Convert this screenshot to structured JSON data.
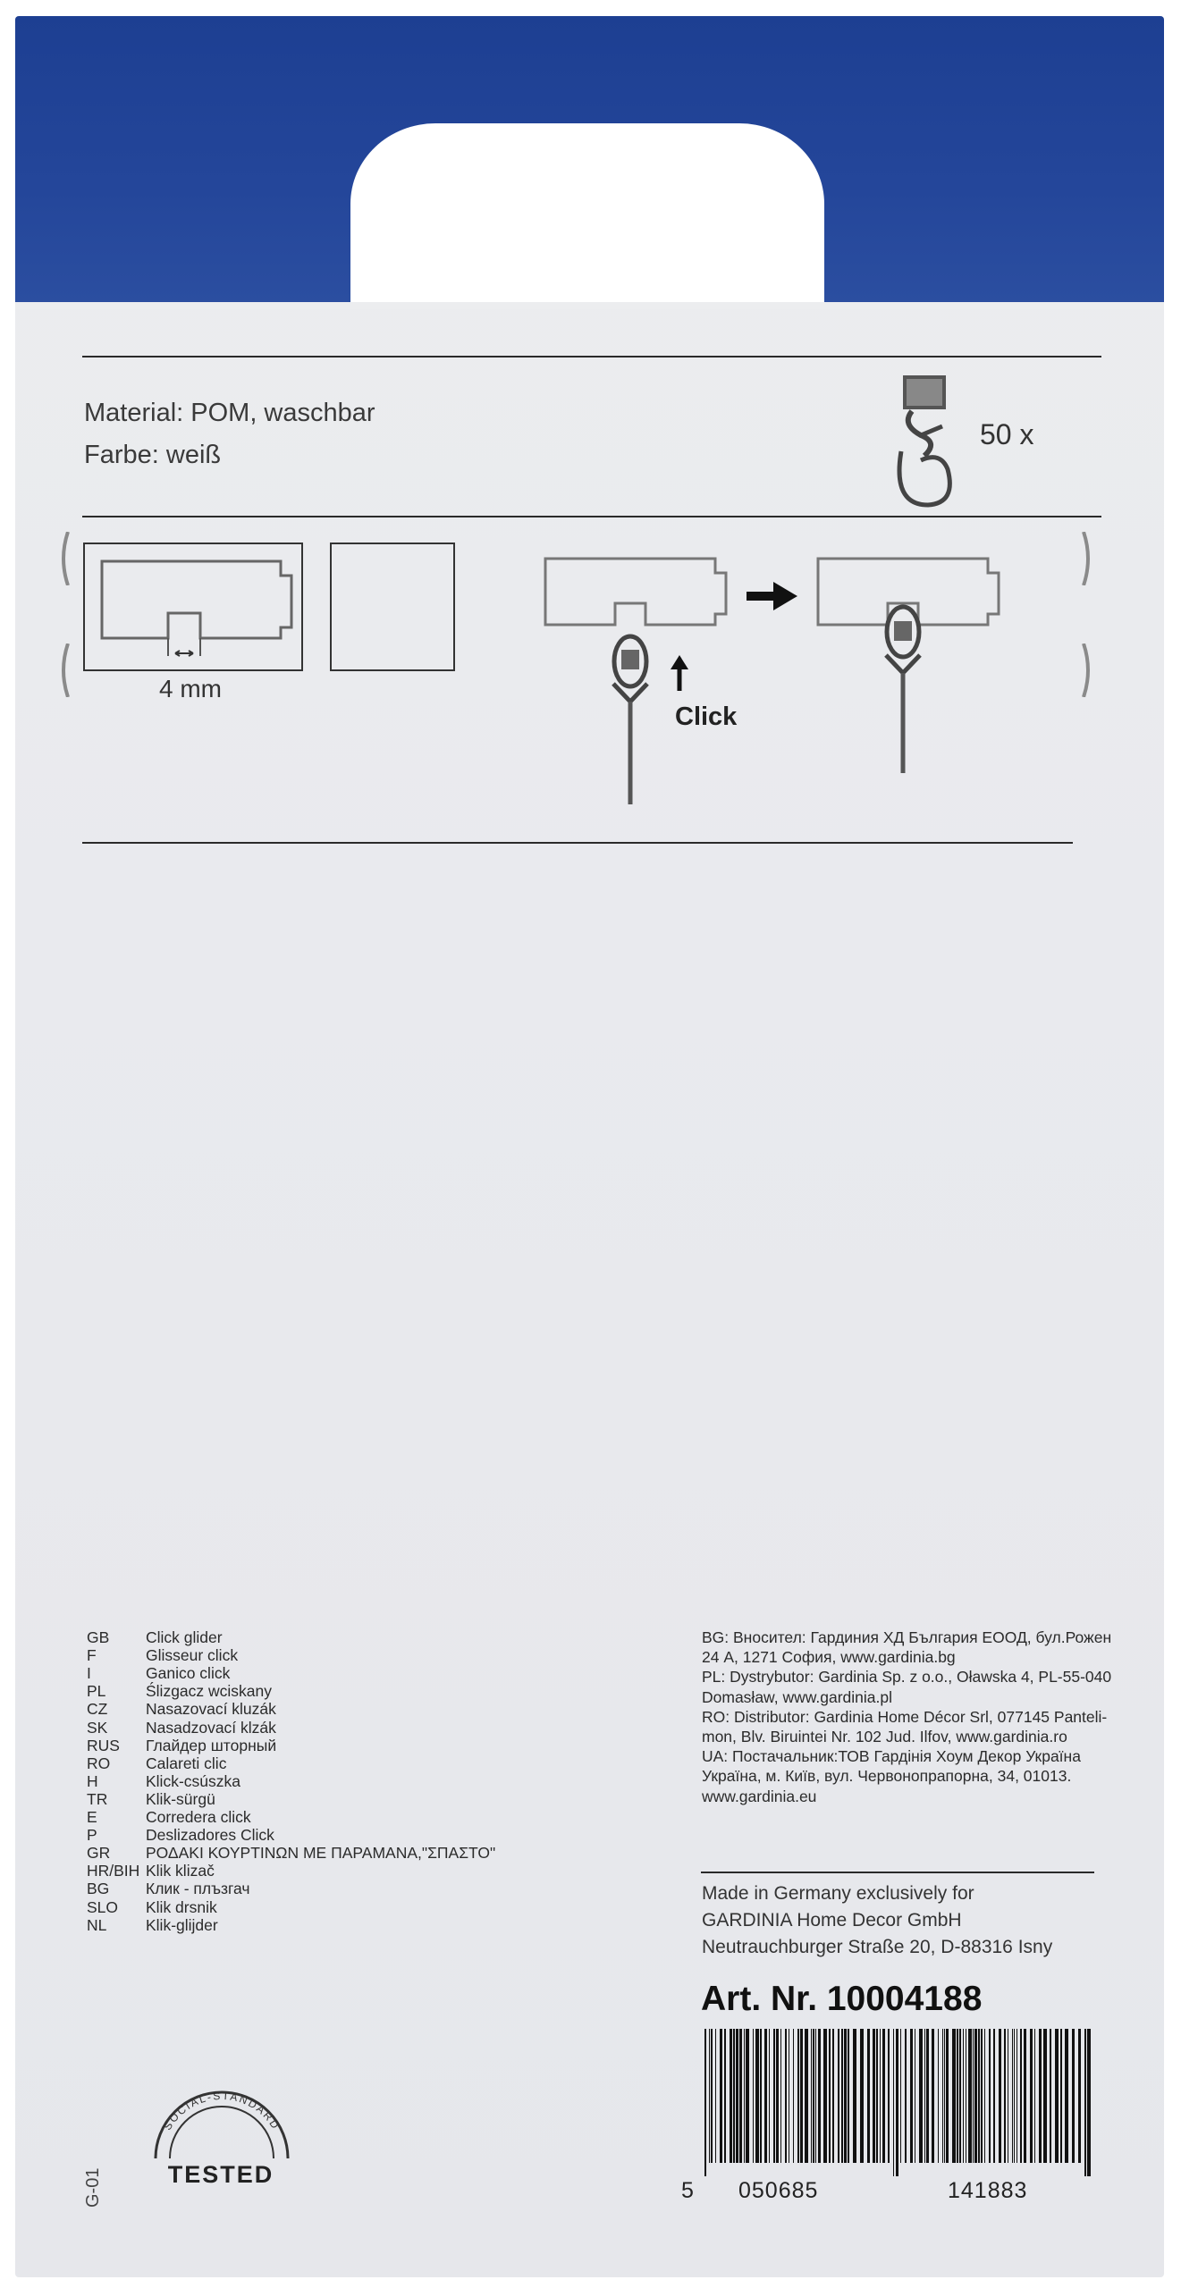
{
  "product": {
    "material": "Material: POM, waschbar",
    "color": "Farbe: weiß",
    "quantity": "50 x"
  },
  "diagram": {
    "gap_label": "4 mm",
    "click_label": "Click"
  },
  "languages": [
    {
      "code": "GB",
      "name": "Click glider"
    },
    {
      "code": "F",
      "name": "Glisseur click"
    },
    {
      "code": "I",
      "name": "Ganico click"
    },
    {
      "code": "PL",
      "name": "Ślizgacz wciskany"
    },
    {
      "code": "CZ",
      "name": "Nasazovací kluzák"
    },
    {
      "code": "SK",
      "name": "Nasadzovací klzák"
    },
    {
      "code": "RUS",
      "name": "Глайдер шторный"
    },
    {
      "code": "RO",
      "name": "Calareti clic"
    },
    {
      "code": "H",
      "name": "Klick-csúszka"
    },
    {
      "code": "TR",
      "name": "Klik-sürgü"
    },
    {
      "code": "E",
      "name": "Corredera click"
    },
    {
      "code": "P",
      "name": "Deslizadores Click"
    },
    {
      "code": "GR",
      "name": "ΡΟΔΑΚΙ ΚΟΥΡΤΙΝΩΝ ΜΕ ΠΑΡΑΜΑΝΑ,\"ΣΠΑΣΤΟ\""
    },
    {
      "code": "HR/BIH",
      "name": "Klik klizač"
    },
    {
      "code": "BG",
      "name": "Клик - плъзгач"
    },
    {
      "code": "SLO",
      "name": "Klik drsnik"
    },
    {
      "code": "NL",
      "name": "Klik-glijder"
    }
  ],
  "distributors": [
    "BG: Вносител: Гардиния ХД България ЕООД, бул.Рожен",
    "24 А, 1271 София, www.gardinia.bg",
    "PL: Dystrybutor: Gardinia Sp. z o.o., Oławska 4, PL-55-040",
    "Domasław, www.gardinia.pl",
    "RO: Distributor: Gardinia Home Décor Srl, 077145 Panteli-",
    "mon, Blv. Biruintei Nr. 102 Jud. Ilfov, www.gardinia.ro",
    "UA: Постачальник:ТОВ Гардінія Хоум Декор Україна",
    "Україна, м. Київ, вул. Червонопрапорна, 34, 01013.",
    "www.gardinia.eu"
  ],
  "manufacturer": [
    "Made in Germany exclusively for",
    "GARDINIA Home Decor GmbH",
    "Neutrauchburger Straße 20,  D-88316 Isny"
  ],
  "article": "Art. Nr. 10004188",
  "barcode": {
    "first": "5",
    "left": "050685",
    "right": "141883"
  },
  "side_code": "G-01",
  "seal": {
    "top_text": "SOCIAL-STANDARD",
    "main_text": "TESTED"
  },
  "colors": {
    "header_blue": "#24469a",
    "card_bg": "#ecedef"
  }
}
